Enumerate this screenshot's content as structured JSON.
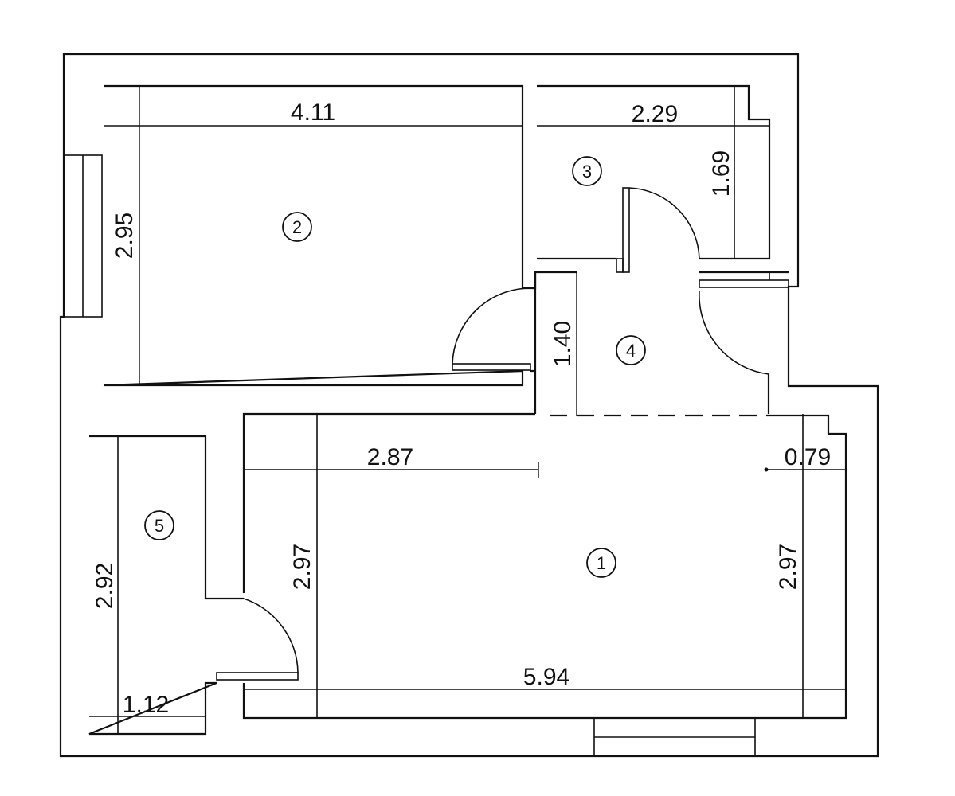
{
  "rooms": [
    {
      "number": "1"
    },
    {
      "number": "2"
    },
    {
      "number": "3"
    },
    {
      "number": "4"
    },
    {
      "number": "5"
    }
  ],
  "dimensions": {
    "room2_width": "4.11",
    "room2_height": "2.95",
    "room3_width": "2.29",
    "room3_height": "1.69",
    "room4_height": "1.40",
    "room1_left_width": "2.87",
    "room1_right_width": "0.79",
    "room1_left_height": "2.97",
    "room1_right_height": "2.97",
    "room1_width": "5.94",
    "room5_height": "2.92",
    "room5_width": "1.12"
  }
}
